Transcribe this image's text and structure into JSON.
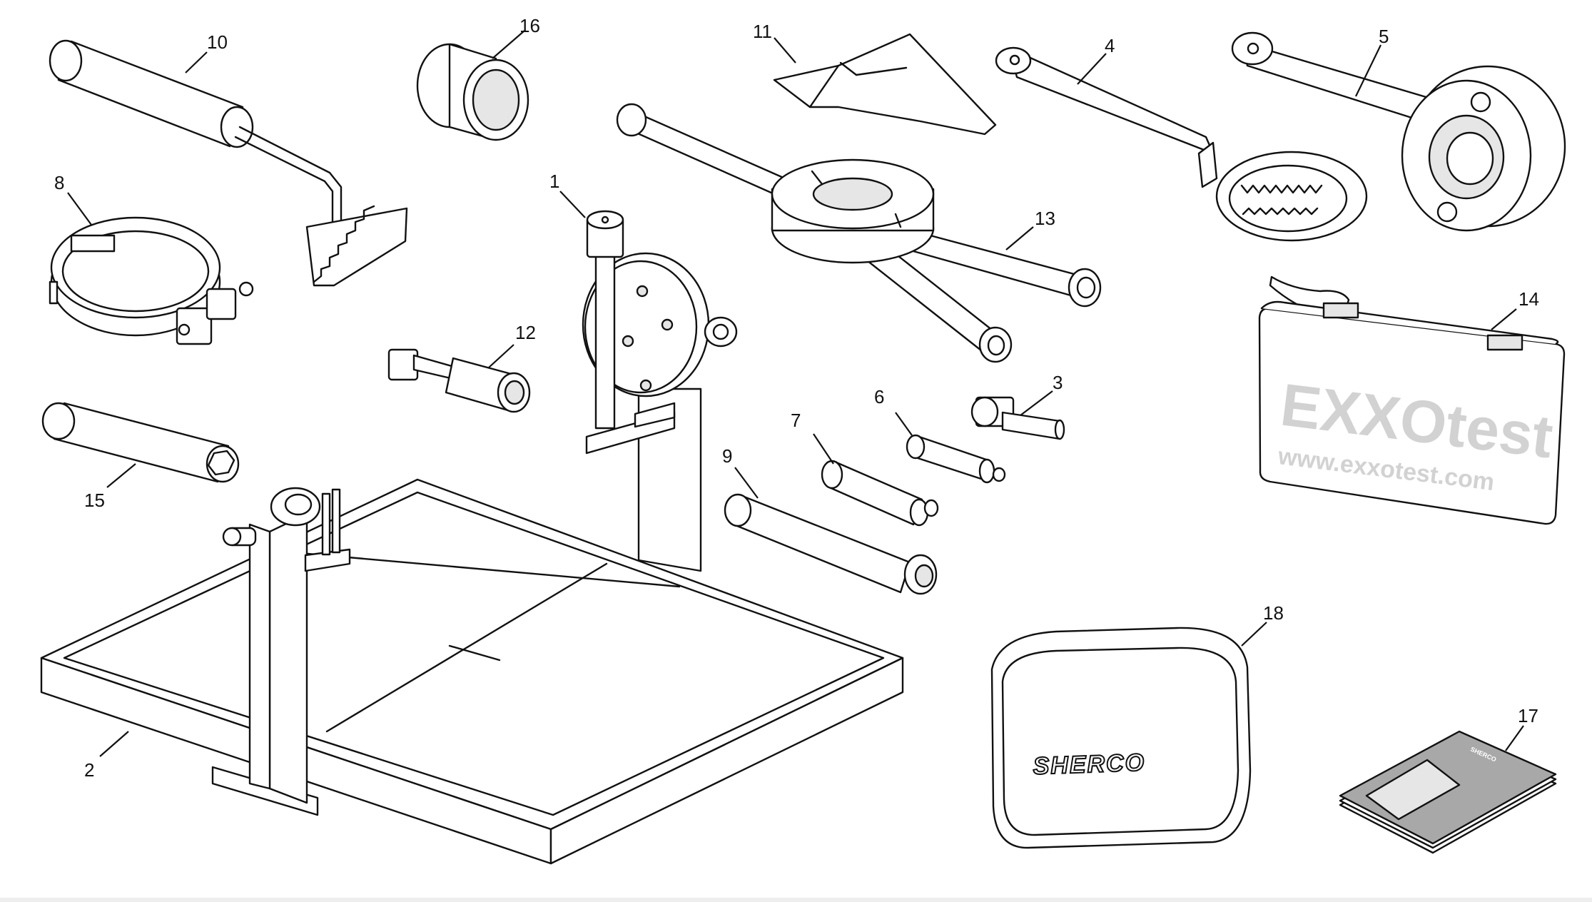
{
  "diagram": {
    "labels": {
      "p1": "1",
      "p2": "2",
      "p3": "3",
      "p4": "4",
      "p5": "5",
      "p6": "6",
      "p7": "7",
      "p8": "8",
      "p9": "9",
      "p10": "10",
      "p11": "11",
      "p12": "12",
      "p13": "13",
      "p14": "14",
      "p15": "15",
      "p16": "16",
      "p17": "17",
      "p18": "18"
    },
    "case_branding": {
      "logo_text": "EXXOtest",
      "url": "www.exxotest.com"
    },
    "bag_branding": {
      "logo_text": "SHERCO"
    },
    "booklet_branding": {
      "logo_text": "SHERCO"
    }
  }
}
